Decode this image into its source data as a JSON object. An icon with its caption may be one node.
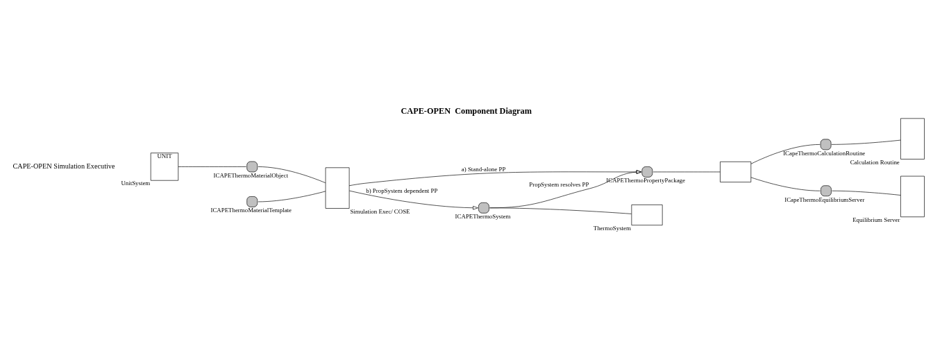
{
  "diagram": {
    "title": "CAPE-OPEN  Component Diagram",
    "nodes": [
      {
        "text": [
          "UNIT"
        ],
        "beside": [
          "UnitSystem"
        ]
      },
      {
        "text": [],
        "shape": "circle",
        "beside": [
          "ICAPEThermoMaterialObject"
        ]
      },
      {
        "text": [],
        "shape": "circle",
        "beside": [
          "ICAPEThermoMaterialTemplate"
        ]
      },
      {
        "text": [],
        "shape": "box",
        "beside": [
          "Simulation Exec/ COSE"
        ]
      },
      {
        "text": [],
        "shape": "circle",
        "beside": [
          "ICAPEThermoPropertyPackage"
        ]
      },
      {
        "text": [],
        "shape": "circle",
        "beside": [
          "ICAPEThermoSystem"
        ]
      },
      {
        "text": [],
        "shape": "box"
      },
      {
        "text": [],
        "shape": "box",
        "beside": [
          "ThermoSystem"
        ]
      },
      {
        "text": [],
        "shape": "circle",
        "beside": [
          "ICapeThermoCalculationRoutine"
        ]
      },
      {
        "text": [],
        "shape": "box",
        "beside": [
          "Calculation Routine"
        ]
      },
      {
        "text": [],
        "shape": "circle",
        "beside": [
          "ICapeThermoEquilibriumServer"
        ]
      },
      {
        "text": [],
        "shape": "box",
        "beside": [
          "Equilibrium Server"
        ]
      }
    ],
    "edges": [
      {
        "from": 0,
        "to": 1,
        "arrow": "none"
      },
      {
        "from": 1,
        "to": 3,
        "arrow": "none"
      },
      {
        "from": 2,
        "to": 3,
        "arrow": "none"
      },
      {
        "from": 3,
        "to": 4,
        "arrow": "to",
        "label": "a) Stand-alone PP"
      },
      {
        "from": 3,
        "to": 5,
        "arrow": "to",
        "label": "b) PropSystem dependent PP"
      },
      {
        "from": 5,
        "to": 4,
        "arrow": "to",
        "label": "PropSystem resolves PP"
      },
      {
        "from": 4,
        "to": 6,
        "arrow": "none"
      },
      {
        "from": 5,
        "to": 7,
        "arrow": "none"
      },
      {
        "from": 6,
        "to": 8,
        "arrow": "none"
      },
      {
        "from": 6,
        "to": 10,
        "arrow": "none"
      },
      {
        "from": 8,
        "to": 9,
        "arrow": "none"
      },
      {
        "from": 10,
        "to": 11,
        "arrow": "none"
      }
    ],
    "labels": [
      "CAPE-OPEN Simulation Executive"
    ]
  }
}
